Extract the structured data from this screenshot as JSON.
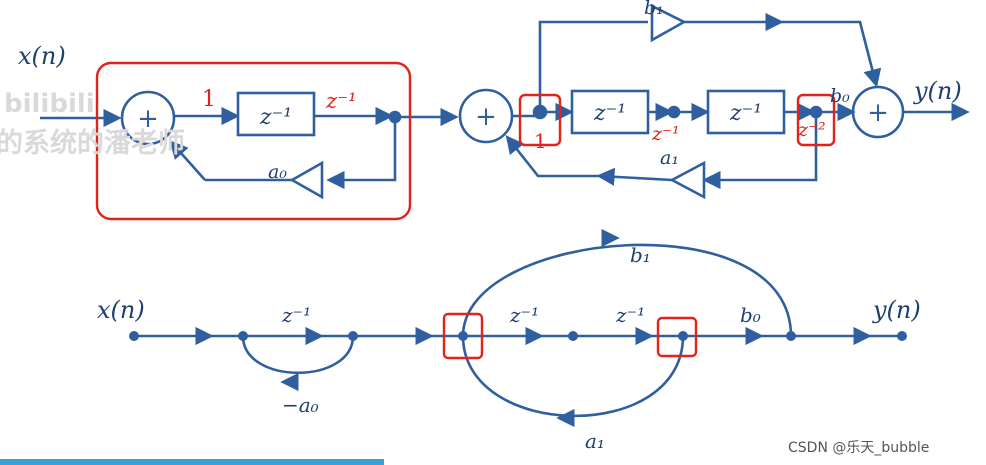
{
  "colors": {
    "line": "#2f5f9e",
    "highlight": "#e2231a",
    "label": "#1f3f6f",
    "watermark": "#d9d9d9",
    "footer_bar": "#3aa0d8",
    "footer_text": "#555555"
  },
  "block_diagram": {
    "input_label": "x(n)",
    "output_label": "y(n)",
    "adder_symbol": "+",
    "delay_block_1": "z⁻¹",
    "delay_block_2": "z⁻¹",
    "delay_block_3": "z⁻¹",
    "annotation_one_a": "1",
    "annotation_zinv": "z⁻¹",
    "annotation_one_b": "1",
    "annotation_zinv_b": "z⁻¹",
    "annotation_zinv2": "z⁻²",
    "gain_a0": "a₀",
    "gain_a1": "a₁",
    "gain_b0": "b₀",
    "gain_b1": "b₁",
    "watermark_line1": "bilibili",
    "watermark_line2": "的系统的潘老师"
  },
  "flow_graph": {
    "input_label": "x(n)",
    "output_label": "y(n)",
    "branch_zinv_1": "z⁻¹",
    "branch_neg_a0": "−a₀",
    "branch_zinv_2": "z⁻¹",
    "branch_zinv_3": "z⁻¹",
    "branch_b0": "b₀",
    "branch_b1": "b₁",
    "branch_a1": "a₁"
  },
  "footer": {
    "credit": "CSDN @乐天_bubble"
  }
}
